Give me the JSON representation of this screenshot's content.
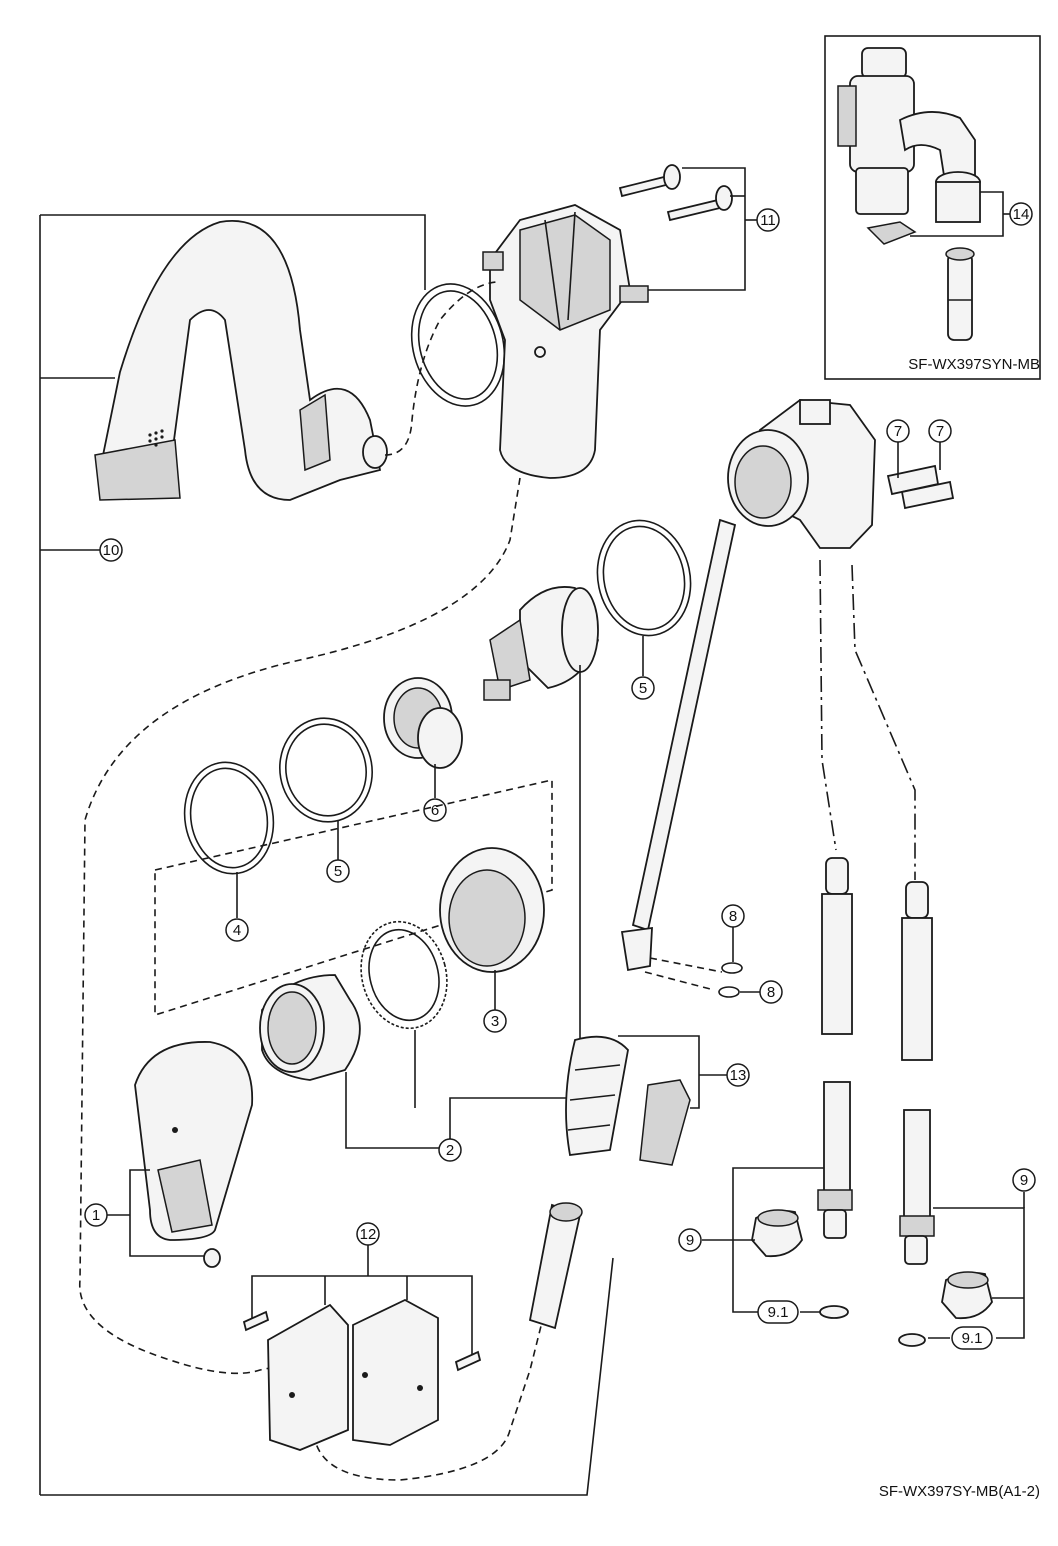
{
  "inset": {
    "model": "SF-WX397SYN-MB",
    "callout": "14"
  },
  "document_code": "SF-WX397SY-MB(A1-2)",
  "callouts": {
    "c1": "1",
    "c2": "2",
    "c3": "3",
    "c4": "4",
    "c5a": "5",
    "c5b": "5",
    "c6": "6",
    "c7a": "7",
    "c7b": "7",
    "c8a": "8",
    "c8b": "8",
    "c9a": "9",
    "c9b": "9",
    "c91a": "9.1",
    "c91b": "9.1",
    "c10": "10",
    "c11": "11",
    "c12": "12",
    "c13": "13"
  },
  "colors": {
    "line": "#1a1a1a",
    "fill": "#f4f4f4",
    "shade": "#d9d9d9"
  }
}
